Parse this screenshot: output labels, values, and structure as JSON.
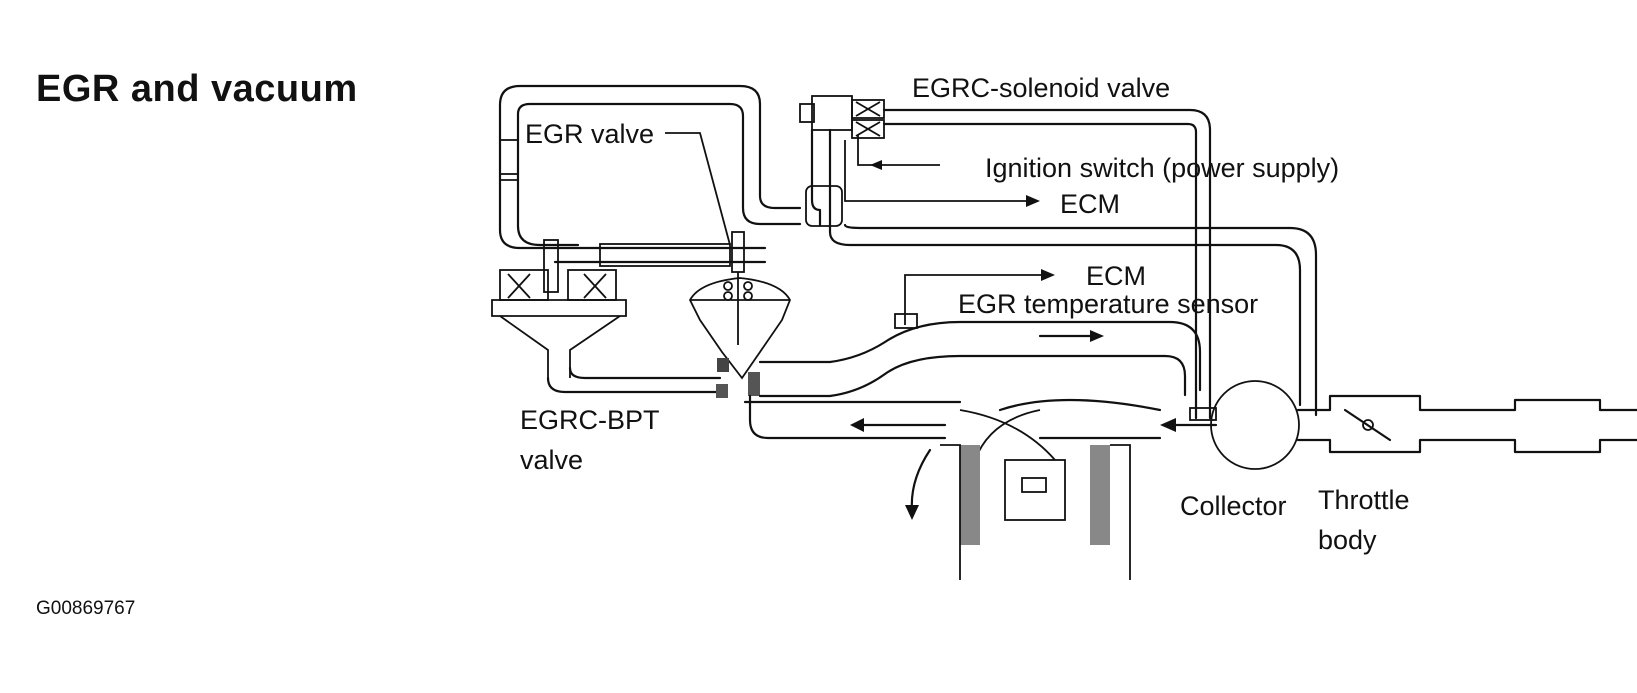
{
  "diagram": {
    "title": "EGR and vacuum",
    "figure_code": "G00869767",
    "labels": {
      "egrc_solenoid_valve": "EGRC-solenoid valve",
      "egr_valve": "EGR valve",
      "ignition_switch": "Ignition switch (power supply)",
      "ecm_1": "ECM",
      "ecm_2": "ECM",
      "egr_temperature_sensor": "EGR temperature sensor",
      "egrc_bpt_valve_line1": "EGRC-BPT",
      "egrc_bpt_valve_line2": "valve",
      "collector": "Collector",
      "throttle_body_line1": "Throttle",
      "throttle_body_line2": "body"
    }
  }
}
